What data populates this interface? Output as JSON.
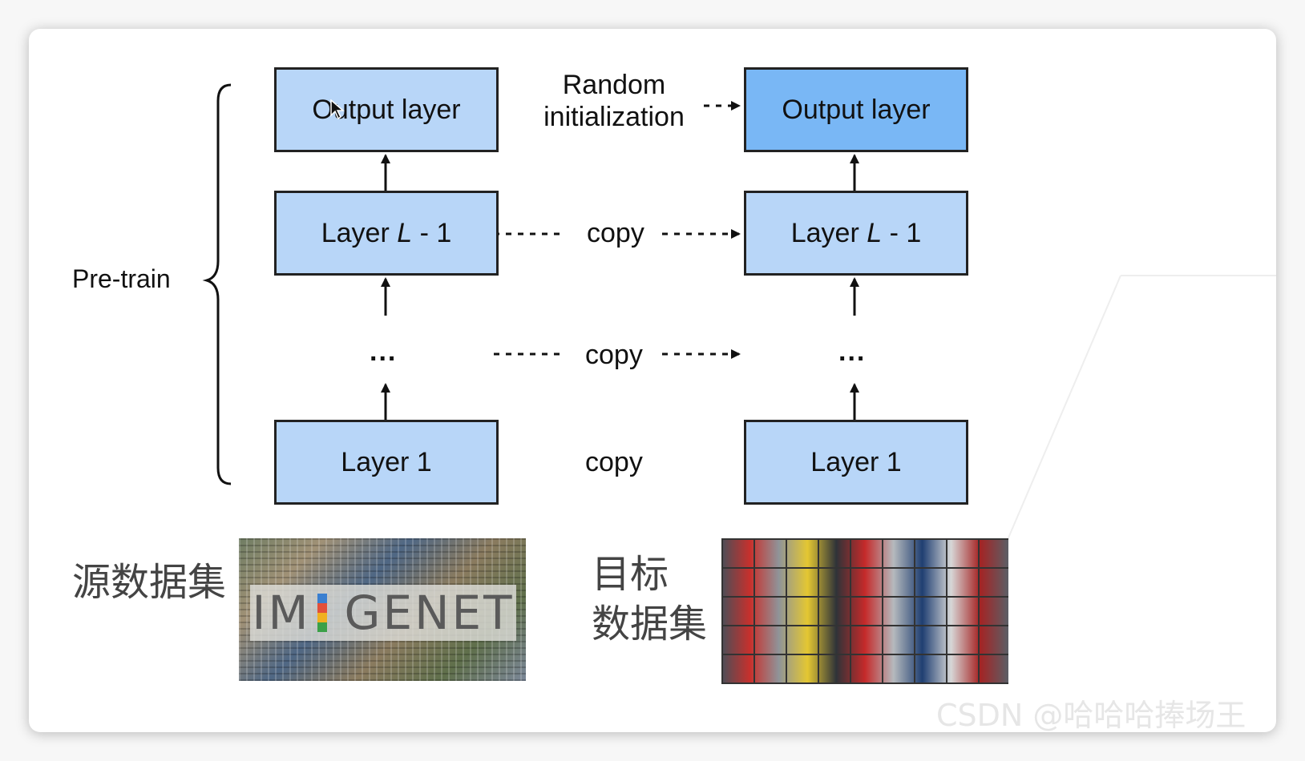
{
  "source_model": {
    "output_layer": "Output layer",
    "layer_l_minus_1": {
      "prefix": "Layer ",
      "var": "L",
      "suffix": " - 1"
    },
    "ellipsis": "...",
    "layer_1": "Layer 1"
  },
  "target_model": {
    "output_layer": "Output layer",
    "layer_l_minus_1": {
      "prefix": "Layer ",
      "var": "L",
      "suffix": " - 1"
    },
    "ellipsis": "...",
    "layer_1": "Layer 1"
  },
  "connectors": {
    "random_init_line1": "Random",
    "random_init_line2": "initialization",
    "copy_l_minus_1": "copy",
    "copy_ellipsis": "copy",
    "copy_layer_1": "copy"
  },
  "pretrain_label": "Pre-train",
  "source_dataset": {
    "label": "源数据集",
    "logo_text_left": "IM",
    "logo_text_right": "GENET"
  },
  "target_dataset": {
    "label_line1": "目标",
    "label_line2": "数据集"
  },
  "watermark": "CSDN @哈哈哈捧场王",
  "colors": {
    "layer_fill": "#b8d6f8",
    "target_output_fill": "#79b7f5",
    "border": "#222222"
  }
}
